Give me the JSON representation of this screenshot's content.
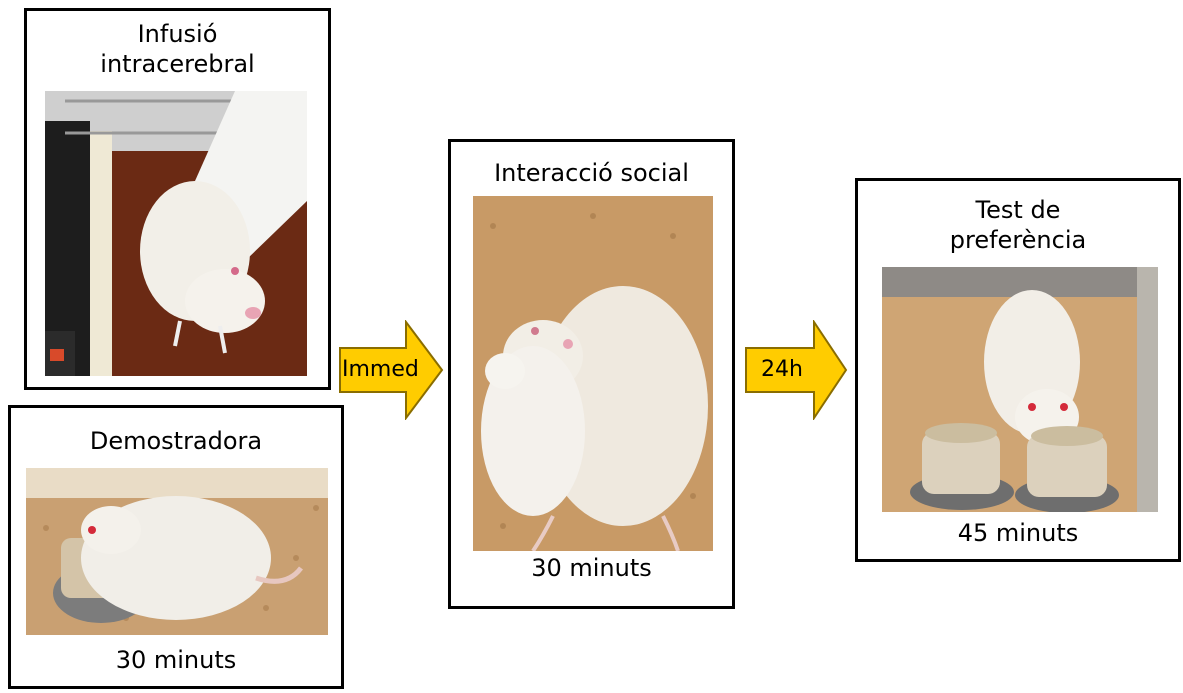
{
  "panels": {
    "infusion": {
      "title": "Infusió\nintracerebral"
    },
    "demonstrator": {
      "title": "Demostradora",
      "duration": "30 minuts"
    },
    "social": {
      "title": "Interacció social",
      "duration": "30 minuts"
    },
    "preference": {
      "title": "Test de\npreferència",
      "duration": "45 minuts"
    }
  },
  "arrows": {
    "first": {
      "label": "Immed"
    },
    "second": {
      "label": "24h"
    }
  },
  "colors": {
    "arrow_fill": "#ffcc00",
    "arrow_stroke": "#8a6d00",
    "border": "#000000"
  }
}
